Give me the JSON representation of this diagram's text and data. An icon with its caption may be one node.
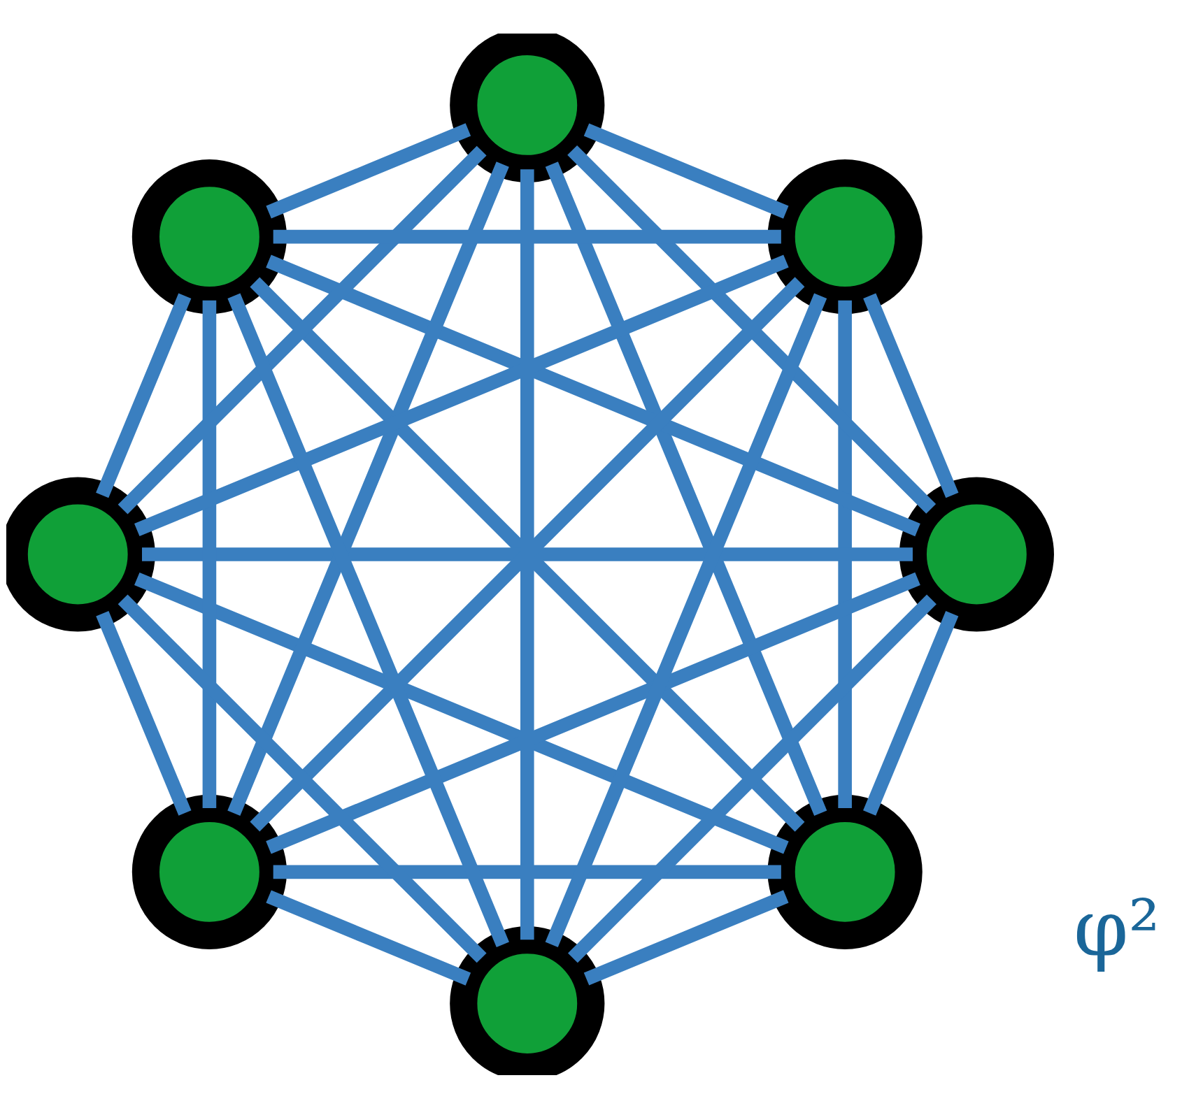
{
  "diagram": {
    "nodes": [
      {
        "text": [],
        "shape": "circle"
      },
      {
        "text": [],
        "shape": "circle"
      },
      {
        "text": [],
        "shape": "circle"
      },
      {
        "text": [],
        "shape": "circle"
      },
      {
        "text": [],
        "shape": "circle"
      },
      {
        "text": [],
        "shape": "circle"
      },
      {
        "text": [],
        "shape": "circle"
      },
      {
        "text": [],
        "shape": "circle"
      }
    ],
    "edges": [
      {
        "from": 0,
        "to": 1,
        "arrow": "none"
      },
      {
        "from": 0,
        "to": 2,
        "arrow": "none"
      },
      {
        "from": 0,
        "to": 3,
        "arrow": "none"
      },
      {
        "from": 0,
        "to": 4,
        "arrow": "none"
      },
      {
        "from": 0,
        "to": 5,
        "arrow": "none"
      },
      {
        "from": 0,
        "to": 6,
        "arrow": "none"
      },
      {
        "from": 0,
        "to": 7,
        "arrow": "none"
      },
      {
        "from": 1,
        "to": 2,
        "arrow": "none"
      },
      {
        "from": 1,
        "to": 3,
        "arrow": "none"
      },
      {
        "from": 1,
        "to": 4,
        "arrow": "none"
      },
      {
        "from": 1,
        "to": 5,
        "arrow": "none"
      },
      {
        "from": 1,
        "to": 6,
        "arrow": "none"
      },
      {
        "from": 1,
        "to": 7,
        "arrow": "none"
      },
      {
        "from": 2,
        "to": 3,
        "arrow": "none"
      },
      {
        "from": 2,
        "to": 4,
        "arrow": "none"
      },
      {
        "from": 2,
        "to": 5,
        "arrow": "none"
      },
      {
        "from": 2,
        "to": 6,
        "arrow": "none"
      },
      {
        "from": 2,
        "to": 7,
        "arrow": "none"
      },
      {
        "from": 3,
        "to": 4,
        "arrow": "none"
      },
      {
        "from": 3,
        "to": 5,
        "arrow": "none"
      },
      {
        "from": 3,
        "to": 6,
        "arrow": "none"
      },
      {
        "from": 3,
        "to": 7,
        "arrow": "none"
      },
      {
        "from": 4,
        "to": 5,
        "arrow": "none"
      },
      {
        "from": 4,
        "to": 6,
        "arrow": "none"
      },
      {
        "from": 4,
        "to": 7,
        "arrow": "none"
      },
      {
        "from": 5,
        "to": 6,
        "arrow": "none"
      },
      {
        "from": 5,
        "to": 7,
        "arrow": "none"
      },
      {
        "from": 6,
        "to": 7,
        "arrow": "none"
      }
    ],
    "labels": [
      "φ²"
    ]
  }
}
